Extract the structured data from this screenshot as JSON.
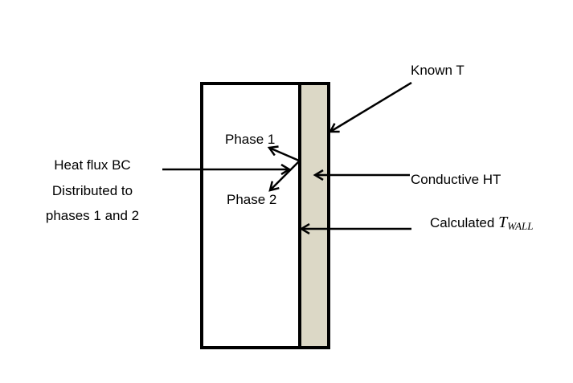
{
  "labels": {
    "known_t": "Known T",
    "phase1": "Phase 1",
    "phase2": "Phase 2",
    "heat_flux_line1": "Heat flux BC",
    "heat_flux_line2": "Distributed to",
    "heat_flux_line3": "phases 1 and 2",
    "conductive": "Conductive HT",
    "calculated": "Calculated",
    "t_symbol": "T",
    "t_subscript": "WALL"
  },
  "colors": {
    "wall_fill": "#dcd8c6",
    "stroke": "#000000"
  }
}
